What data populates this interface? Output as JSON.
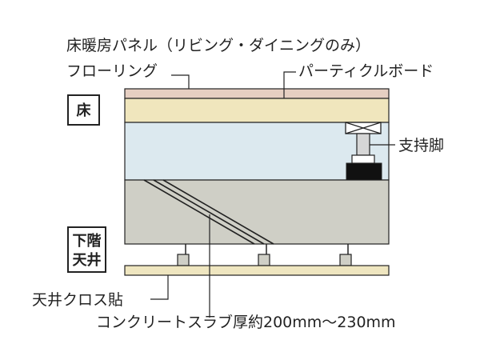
{
  "labels": {
    "floor_heating_panel": "床暖房パネル（リビング・ダイニングのみ）",
    "flooring": "フローリング",
    "particle_board": "パーティクルボード",
    "support_leg": "支持脚",
    "ceiling_cloth": "天井クロス貼",
    "concrete_slab": "コンクリートスラブ厚約200mm～230mm"
  },
  "boxes": {
    "floor": "床",
    "lower_ceiling_line1": "下階",
    "lower_ceiling_line2": "天井"
  },
  "colors": {
    "heating_panel": "#e6cfc2",
    "particle_board": "#f0e6bd",
    "air_space": "#dce9ef",
    "slab": "#cfcfc6",
    "ceiling_board": "#efe6c0",
    "foot_pad": "#111111",
    "leg": "#d6d6d6",
    "hanger": "#cfcfc6",
    "line": "#222222"
  }
}
